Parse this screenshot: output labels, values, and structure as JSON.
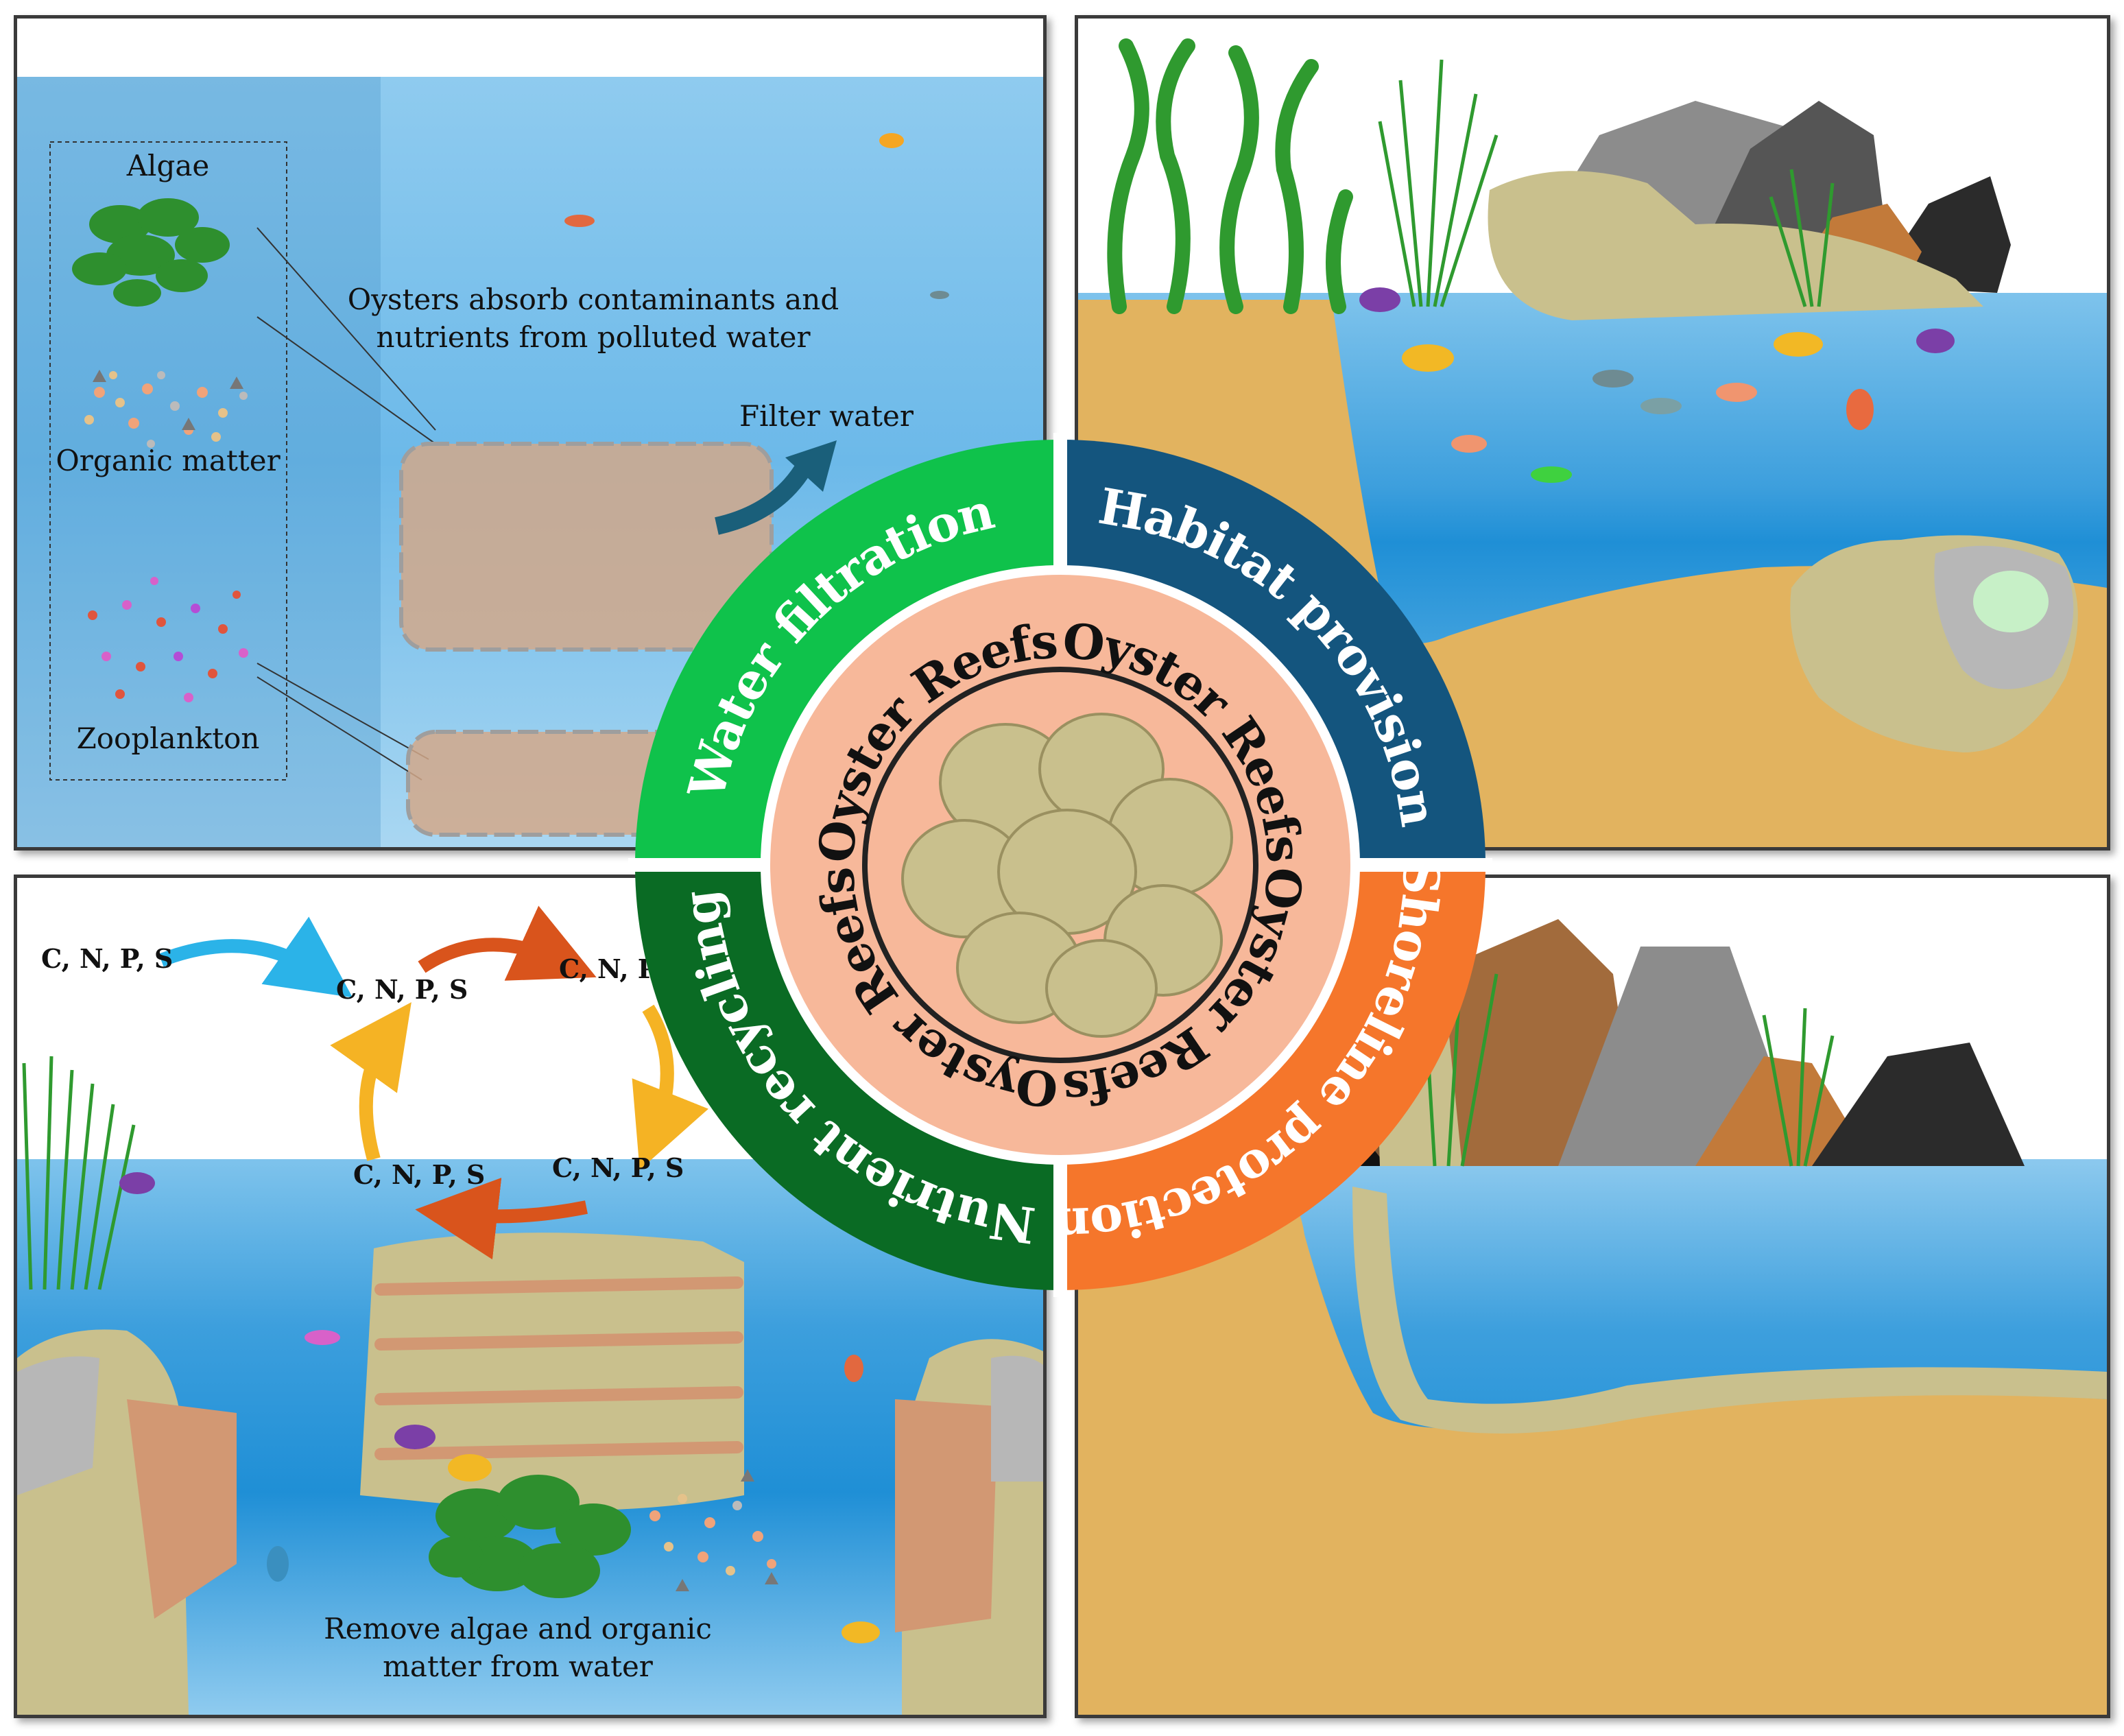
{
  "center": {
    "ring_label": "Oyster Reefs",
    "ring_repeats": 4
  },
  "quadrants": {
    "water_filtration": {
      "title": "Water  filtration",
      "color": "#0fc24b",
      "labels": {
        "algae": "Algae",
        "organic_matter": "Organic matter",
        "zooplankton": "Zooplankton",
        "absorb_line1": "Oysters absorb contaminants and",
        "absorb_line2": "nutrients from polluted water",
        "filter": "Filter water"
      }
    },
    "habitat_provision": {
      "title": "Habitat provision",
      "color": "#14557e"
    },
    "nutrient_recycling": {
      "title": "Nutrient recycling",
      "color": "#0a6b24",
      "labels": {
        "cycle_source": "C, N, P, S",
        "cycle_top_left": "C, N, P, S",
        "cycle_top_right": "C, N, P,",
        "cycle_bottom_right": "C, N, P, S",
        "cycle_bottom_left": "C, N, P, S",
        "remove_line1": "Remove algae and organic",
        "remove_line2": "matter from water"
      }
    },
    "shoreline_protection": {
      "title": "Shoreline protection",
      "color": "#f5762b"
    }
  },
  "colors": {
    "water_light": "#8cc9ee",
    "water_mid": "#4aa6e0",
    "water_deep": "#1f8fd6",
    "sand": "#e2b35f",
    "ring_fill": "#f7b89a",
    "oyster": "#c9c08d",
    "algae": "#2e8f2e",
    "kelp": "#2f9a2f",
    "rock": "#8c8c8c",
    "arrow_blue": "#2bb3e8",
    "arrow_orange": "#d9541c",
    "arrow_yellow": "#f5b324",
    "arrow_teal": "#1a5f7a"
  }
}
